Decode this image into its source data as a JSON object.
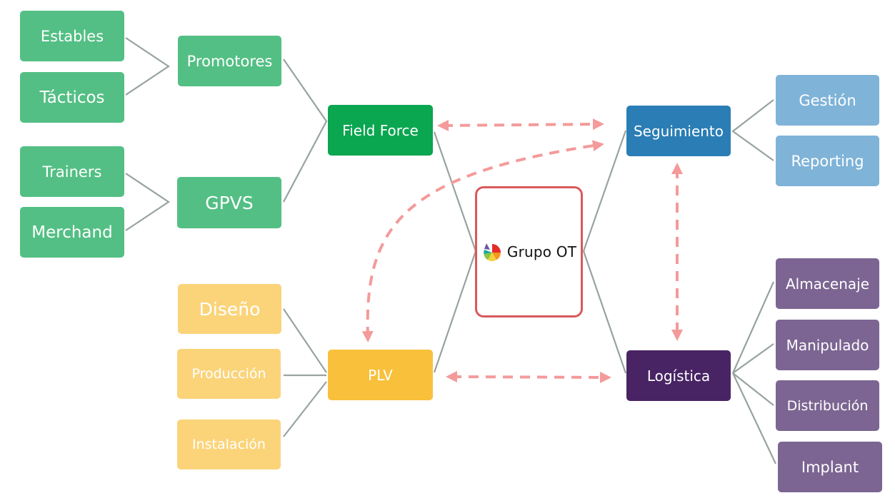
{
  "center": {
    "logo_text": "Grupo OT",
    "logo_icon": "pie-chart-logo-icon"
  },
  "branches": {
    "field_force": {
      "label": "Field Force",
      "children": [
        {
          "label": "Promotores",
          "children": [
            "Estables",
            "Tácticos"
          ]
        },
        {
          "label": "GPVS",
          "children": [
            "Trainers",
            "Merchand"
          ]
        }
      ]
    },
    "plv": {
      "label": "PLV",
      "children": [
        "Diseño",
        "Producción",
        "Instalación"
      ]
    },
    "seguimiento": {
      "label": "Seguimiento",
      "children": [
        "Gestión",
        "Reporting"
      ]
    },
    "logistica": {
      "label": "Logística",
      "children": [
        "Almacenaje",
        "Manipulado",
        "Distribución",
        "Implant"
      ]
    }
  },
  "colors": {
    "green_light": "#53bf84",
    "green_dark": "#0aa650",
    "yellow_light": "#fbd47a",
    "yellow_dark": "#f9c03c",
    "blue_dark": "#2a7db5",
    "blue_light": "#7fb3d8",
    "purple_dark": "#482464",
    "purple_light": "#7c6592",
    "center_border": "#d9595c",
    "connector": "#97a3a0",
    "dashed_arrow": "#f49a9a"
  },
  "relations": [
    {
      "from": "Field Force",
      "to": "Seguimiento",
      "style": "dashed-bidirectional"
    },
    {
      "from": "PLV",
      "to": "Seguimiento",
      "style": "dashed-bidirectional-curved"
    },
    {
      "from": "Seguimiento",
      "to": "Logística",
      "style": "dashed-bidirectional"
    },
    {
      "from": "PLV",
      "to": "Logística",
      "style": "dashed-bidirectional"
    }
  ]
}
